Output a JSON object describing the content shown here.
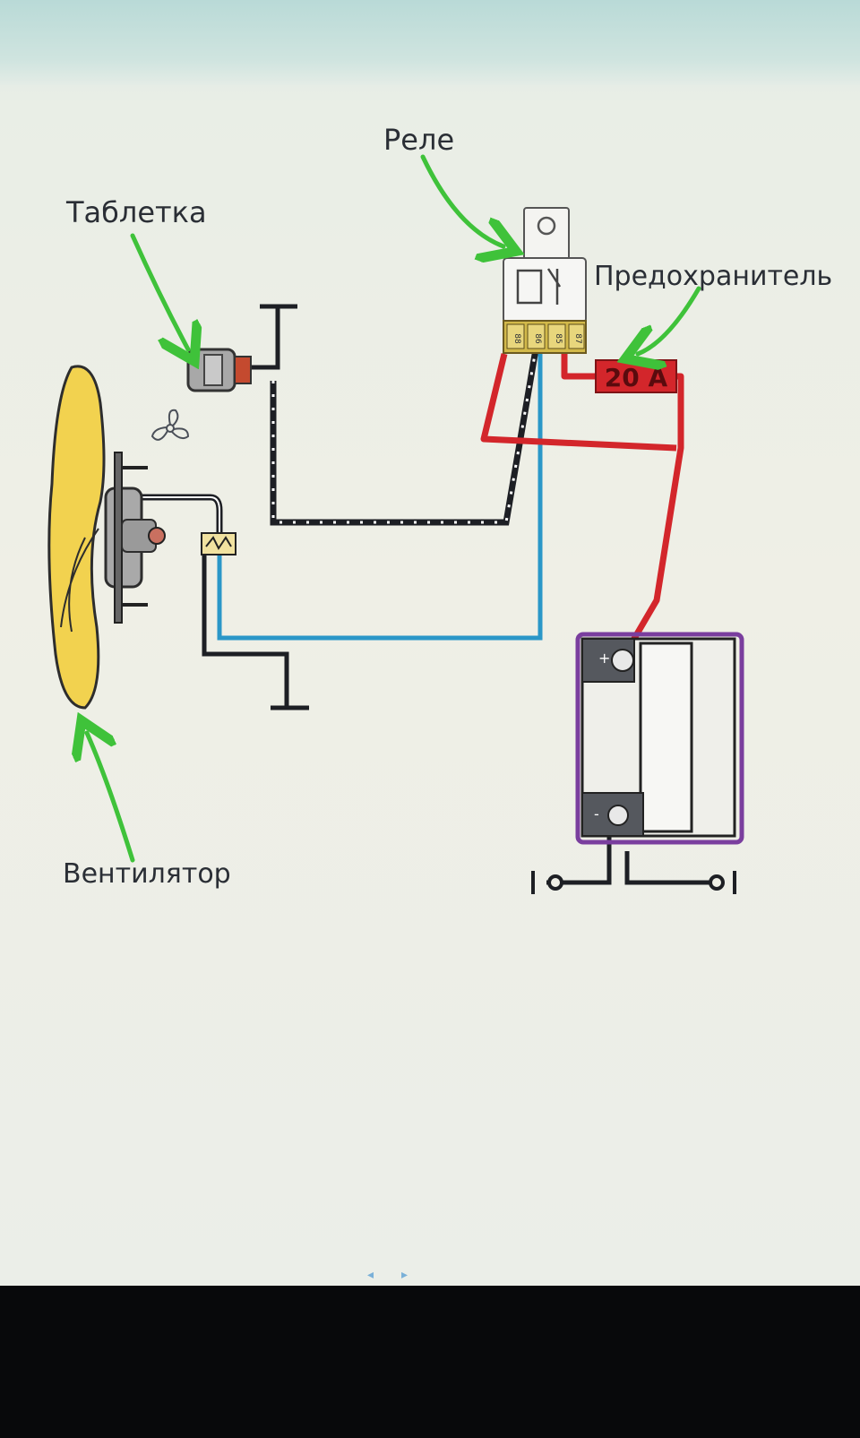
{
  "labels": {
    "relay": "Реле",
    "switch": "Таблетка",
    "fuse": "Предохранитель",
    "fan": "Вентилятор"
  },
  "fuse_rating": "20 A",
  "relay_pins": [
    "88",
    "86",
    "85",
    "87"
  ],
  "battery": {
    "plus": "+",
    "minus": "-"
  },
  "colors": {
    "annotation_arrow": "#3fc23a",
    "wire_power": "#d3262b",
    "wire_signal": "#2a97c8",
    "wire_ground": "#1d1f24",
    "fan_blade": "#f2d24f",
    "battery_outline": "#7a3e9e"
  },
  "icons": [
    "fan-icon",
    "page-prev-icon",
    "page-next-icon"
  ]
}
